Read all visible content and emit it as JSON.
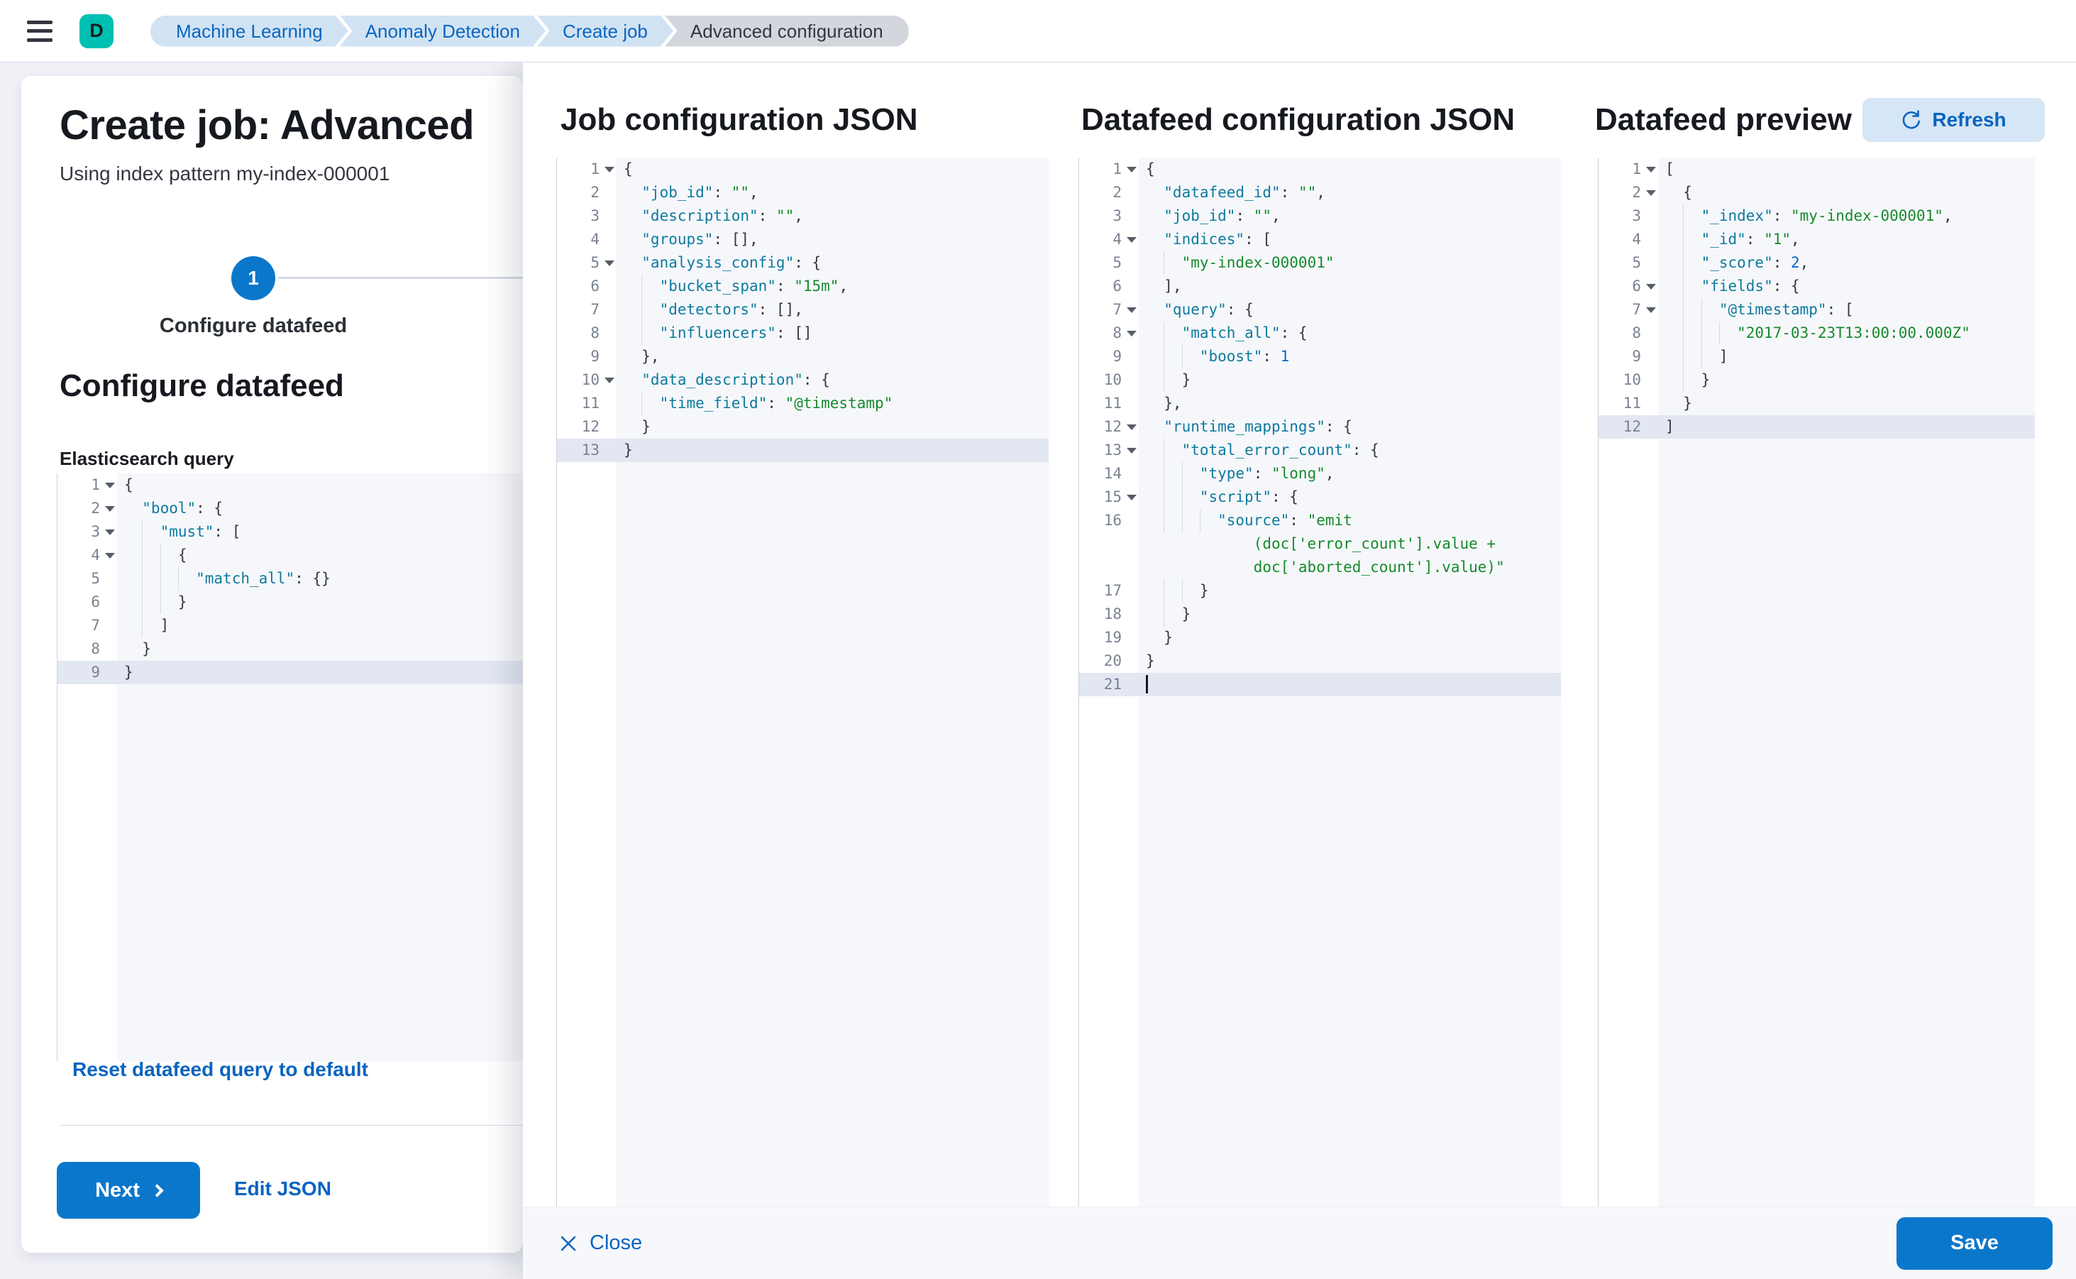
{
  "colors": {
    "primary": "#0b77cb",
    "link": "#0a64c0",
    "avatar": "#00bfb3",
    "code_key": "#0d7a9e",
    "code_string": "#168a2d",
    "code_number": "#0a64c8",
    "active_row": "#e2e7f1"
  },
  "header": {
    "avatar_initial": "D",
    "breadcrumbs": [
      {
        "label": "Machine Learning"
      },
      {
        "label": "Anomaly Detection"
      },
      {
        "label": "Create job"
      },
      {
        "label": "Advanced configuration"
      }
    ]
  },
  "wizard": {
    "title": "Create job: Advanced",
    "subtitle": "Using index pattern my-index-000001",
    "step_number": "1",
    "step_label": "Configure datafeed",
    "section_heading": "Configure datafeed",
    "query_label": "Elasticsearch query",
    "reset_link": "Reset datafeed query to default",
    "next_button": "Next",
    "edit_json_link": "Edit JSON"
  },
  "flyout": {
    "job_panel_title": "Job configuration JSON",
    "datafeed_panel_title": "Datafeed configuration JSON",
    "preview_panel_title": "Datafeed preview",
    "refresh_button": "Refresh",
    "close_button": "Close",
    "save_button": "Save"
  },
  "editors": {
    "es_query": {
      "rows": [
        {
          "n": "1",
          "f": 1,
          "t": [
            [
              "p",
              "{"
            ]
          ]
        },
        {
          "n": "2",
          "f": 1,
          "l": 2,
          "t": [
            [
              "k",
              "\"bool\""
            ],
            [
              "p",
              ": {"
            ]
          ]
        },
        {
          "n": "3",
          "f": 1,
          "g": 1,
          "t": [
            [
              "k",
              "\"must\""
            ],
            [
              "p",
              ": ["
            ]
          ]
        },
        {
          "n": "4",
          "f": 1,
          "g": 2,
          "t": [
            [
              "p",
              "{"
            ]
          ]
        },
        {
          "n": "5",
          "g": 3,
          "t": [
            [
              "k",
              "\"match_all\""
            ],
            [
              "p",
              ": {}"
            ]
          ]
        },
        {
          "n": "6",
          "g": 2,
          "t": [
            [
              "p",
              "}"
            ]
          ]
        },
        {
          "n": "7",
          "g": 1,
          "t": [
            [
              "p",
              "]"
            ]
          ]
        },
        {
          "n": "8",
          "l": 2,
          "t": [
            [
              "p",
              "}"
            ]
          ]
        },
        {
          "n": "9",
          "a": 1,
          "t": [
            [
              "p",
              "}"
            ]
          ]
        }
      ]
    },
    "job_config": {
      "rows": [
        {
          "n": "1",
          "f": 1,
          "t": [
            [
              "p",
              "{"
            ]
          ]
        },
        {
          "n": "2",
          "l": 2,
          "t": [
            [
              "k",
              "\"job_id\""
            ],
            [
              "p",
              ": "
            ],
            [
              "s",
              "\"\""
            ],
            [
              "p",
              ","
            ]
          ]
        },
        {
          "n": "3",
          "l": 2,
          "t": [
            [
              "k",
              "\"description\""
            ],
            [
              "p",
              ": "
            ],
            [
              "s",
              "\"\""
            ],
            [
              "p",
              ","
            ]
          ]
        },
        {
          "n": "4",
          "l": 2,
          "t": [
            [
              "k",
              "\"groups\""
            ],
            [
              "p",
              ": [],"
            ]
          ]
        },
        {
          "n": "5",
          "f": 1,
          "l": 2,
          "t": [
            [
              "k",
              "\"analysis_config\""
            ],
            [
              "p",
              ": {"
            ]
          ]
        },
        {
          "n": "6",
          "g": 1,
          "t": [
            [
              "k",
              "\"bucket_span\""
            ],
            [
              "p",
              ": "
            ],
            [
              "s",
              "\"15m\""
            ],
            [
              "p",
              ","
            ]
          ]
        },
        {
          "n": "7",
          "g": 1,
          "t": [
            [
              "k",
              "\"detectors\""
            ],
            [
              "p",
              ": [],"
            ]
          ]
        },
        {
          "n": "8",
          "g": 1,
          "t": [
            [
              "k",
              "\"influencers\""
            ],
            [
              "p",
              ": []"
            ]
          ]
        },
        {
          "n": "9",
          "l": 2,
          "t": [
            [
              "p",
              "},"
            ]
          ]
        },
        {
          "n": "10",
          "f": 1,
          "l": 2,
          "t": [
            [
              "k",
              "\"data_description\""
            ],
            [
              "p",
              ": {"
            ]
          ]
        },
        {
          "n": "11",
          "g": 1,
          "t": [
            [
              "k",
              "\"time_field\""
            ],
            [
              "p",
              ": "
            ],
            [
              "s",
              "\"@timestamp\""
            ]
          ]
        },
        {
          "n": "12",
          "l": 2,
          "t": [
            [
              "p",
              "}"
            ]
          ]
        },
        {
          "n": "13",
          "a": 1,
          "t": [
            [
              "p",
              "}"
            ]
          ]
        }
      ]
    },
    "datafeed_config": {
      "rows": [
        {
          "n": "1",
          "f": 1,
          "t": [
            [
              "p",
              "{"
            ]
          ]
        },
        {
          "n": "2",
          "l": 2,
          "t": [
            [
              "k",
              "\"datafeed_id\""
            ],
            [
              "p",
              ": "
            ],
            [
              "s",
              "\"\""
            ],
            [
              "p",
              ","
            ]
          ]
        },
        {
          "n": "3",
          "l": 2,
          "t": [
            [
              "k",
              "\"job_id\""
            ],
            [
              "p",
              ": "
            ],
            [
              "s",
              "\"\""
            ],
            [
              "p",
              ","
            ]
          ]
        },
        {
          "n": "4",
          "f": 1,
          "l": 2,
          "t": [
            [
              "k",
              "\"indices\""
            ],
            [
              "p",
              ": ["
            ]
          ]
        },
        {
          "n": "5",
          "g": 1,
          "t": [
            [
              "s",
              "\"my-index-000001\""
            ]
          ]
        },
        {
          "n": "6",
          "l": 2,
          "t": [
            [
              "p",
              "],"
            ]
          ]
        },
        {
          "n": "7",
          "f": 1,
          "l": 2,
          "t": [
            [
              "k",
              "\"query\""
            ],
            [
              "p",
              ": {"
            ]
          ]
        },
        {
          "n": "8",
          "f": 1,
          "g": 1,
          "t": [
            [
              "k",
              "\"match_all\""
            ],
            [
              "p",
              ": {"
            ]
          ]
        },
        {
          "n": "9",
          "g": 2,
          "t": [
            [
              "k",
              "\"boost\""
            ],
            [
              "p",
              ": "
            ],
            [
              "n2",
              "1"
            ]
          ]
        },
        {
          "n": "10",
          "g": 1,
          "t": [
            [
              "p",
              "}"
            ]
          ]
        },
        {
          "n": "11",
          "l": 2,
          "t": [
            [
              "p",
              "},"
            ]
          ]
        },
        {
          "n": "12",
          "f": 1,
          "l": 2,
          "t": [
            [
              "k",
              "\"runtime_mappings\""
            ],
            [
              "p",
              ": {"
            ]
          ]
        },
        {
          "n": "13",
          "f": 1,
          "g": 1,
          "t": [
            [
              "k",
              "\"total_error_count\""
            ],
            [
              "p",
              ": {"
            ]
          ]
        },
        {
          "n": "14",
          "g": 2,
          "t": [
            [
              "k",
              "\"type\""
            ],
            [
              "p",
              ": "
            ],
            [
              "s",
              "\"long\""
            ],
            [
              "p",
              ","
            ]
          ]
        },
        {
          "n": "15",
          "f": 1,
          "g": 2,
          "t": [
            [
              "k",
              "\"script\""
            ],
            [
              "p",
              ": {"
            ]
          ]
        },
        {
          "n": "16",
          "g": 3,
          "t": [
            [
              "k",
              "\"source\""
            ],
            [
              "p",
              ": "
            ],
            [
              "s",
              "\"emit"
            ]
          ]
        },
        {
          "n": "",
          "l": 12,
          "t": [
            [
              "s",
              "(doc['error_count'].value +"
            ]
          ]
        },
        {
          "n": "",
          "l": 12,
          "t": [
            [
              "s",
              "doc['aborted_count'].value)\""
            ]
          ]
        },
        {
          "n": "17",
          "g": 2,
          "t": [
            [
              "p",
              "}"
            ]
          ]
        },
        {
          "n": "18",
          "g": 1,
          "t": [
            [
              "p",
              "}"
            ]
          ]
        },
        {
          "n": "19",
          "l": 2,
          "t": [
            [
              "p",
              "}"
            ]
          ]
        },
        {
          "n": "20",
          "t": [
            [
              "p",
              "}"
            ]
          ]
        },
        {
          "n": "21",
          "a": 1,
          "c": 1,
          "t": []
        }
      ]
    },
    "datafeed_preview": {
      "rows": [
        {
          "n": "1",
          "f": 1,
          "t": [
            [
              "p",
              "["
            ]
          ]
        },
        {
          "n": "2",
          "f": 1,
          "l": 2,
          "t": [
            [
              "p",
              "{"
            ]
          ]
        },
        {
          "n": "3",
          "g": 1,
          "t": [
            [
              "k",
              "\"_index\""
            ],
            [
              "p",
              ": "
            ],
            [
              "s",
              "\"my-index-000001\""
            ],
            [
              "p",
              ","
            ]
          ]
        },
        {
          "n": "4",
          "g": 1,
          "t": [
            [
              "k",
              "\"_id\""
            ],
            [
              "p",
              ": "
            ],
            [
              "s",
              "\"1\""
            ],
            [
              "p",
              ","
            ]
          ]
        },
        {
          "n": "5",
          "g": 1,
          "t": [
            [
              "k",
              "\"_score\""
            ],
            [
              "p",
              ": "
            ],
            [
              "n2",
              "2"
            ],
            [
              "p",
              ","
            ]
          ]
        },
        {
          "n": "6",
          "f": 1,
          "g": 1,
          "t": [
            [
              "k",
              "\"fields\""
            ],
            [
              "p",
              ": {"
            ]
          ]
        },
        {
          "n": "7",
          "f": 1,
          "g": 2,
          "t": [
            [
              "k",
              "\"@timestamp\""
            ],
            [
              "p",
              ": ["
            ]
          ]
        },
        {
          "n": "8",
          "g": 3,
          "t": [
            [
              "s",
              "\"2017-03-23T13:00:00.000Z\""
            ]
          ]
        },
        {
          "n": "9",
          "g": 2,
          "t": [
            [
              "p",
              "]"
            ]
          ]
        },
        {
          "n": "10",
          "g": 1,
          "t": [
            [
              "p",
              "}"
            ]
          ]
        },
        {
          "n": "11",
          "l": 2,
          "t": [
            [
              "p",
              "}"
            ]
          ]
        },
        {
          "n": "12",
          "a": 1,
          "t": [
            [
              "p",
              "]"
            ]
          ]
        }
      ]
    }
  }
}
